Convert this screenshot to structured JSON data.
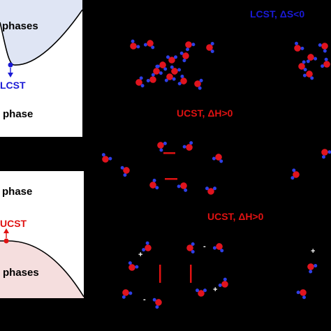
{
  "colors": {
    "lcst": "#1a1ad6",
    "ucst": "#e01212",
    "oxygen": "#e0141e",
    "hydrogen": "#2e3fe6",
    "background": "#000000"
  },
  "lcst_panel": {
    "top_phase_label": "phases",
    "critical_label": "LCST",
    "bottom_phase_label": "phase"
  },
  "ucst_panel": {
    "top_phase_label": "phase",
    "critical_label": "UCST",
    "bottom_phase_label": "phases"
  },
  "scene_labels": {
    "lcst_entropy": "LCST, ΔS<0",
    "ucst_enthalpy_a": "UCST, ΔH>0",
    "ucst_enthalpy_b": "UCST, ΔH>0"
  },
  "charges": {
    "plus": "+",
    "minus": "-"
  }
}
